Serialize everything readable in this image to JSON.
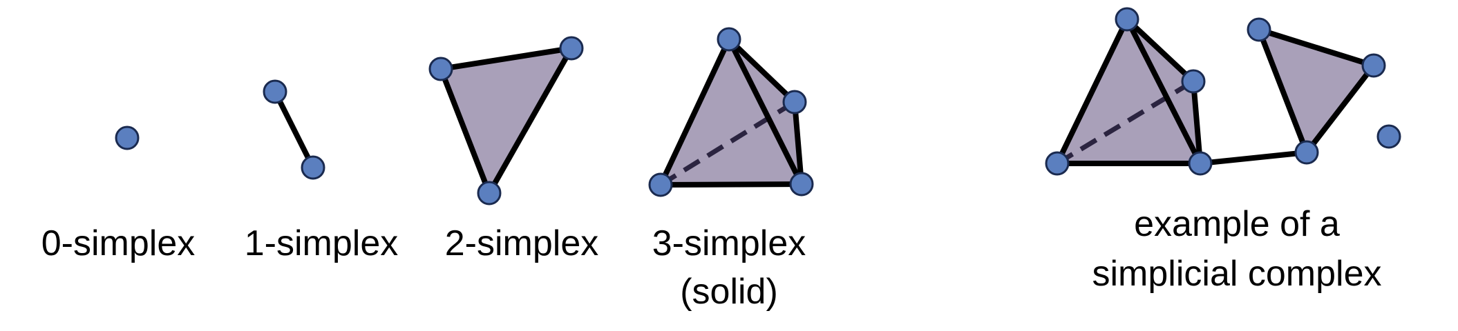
{
  "colors": {
    "face_fill": "#a9a0b9",
    "vertex_fill": "#5b7fbf",
    "edge_color": "#000000",
    "hidden_edge_color": "#2b2440"
  },
  "captions": {
    "simplex0": "0-simplex",
    "simplex1": "1-simplex",
    "simplex2": "2-simplex",
    "simplex3_line1": "3-simplex",
    "simplex3_line2": "(solid)",
    "complex_line1": "example of a",
    "complex_line2": "simplicial complex"
  }
}
